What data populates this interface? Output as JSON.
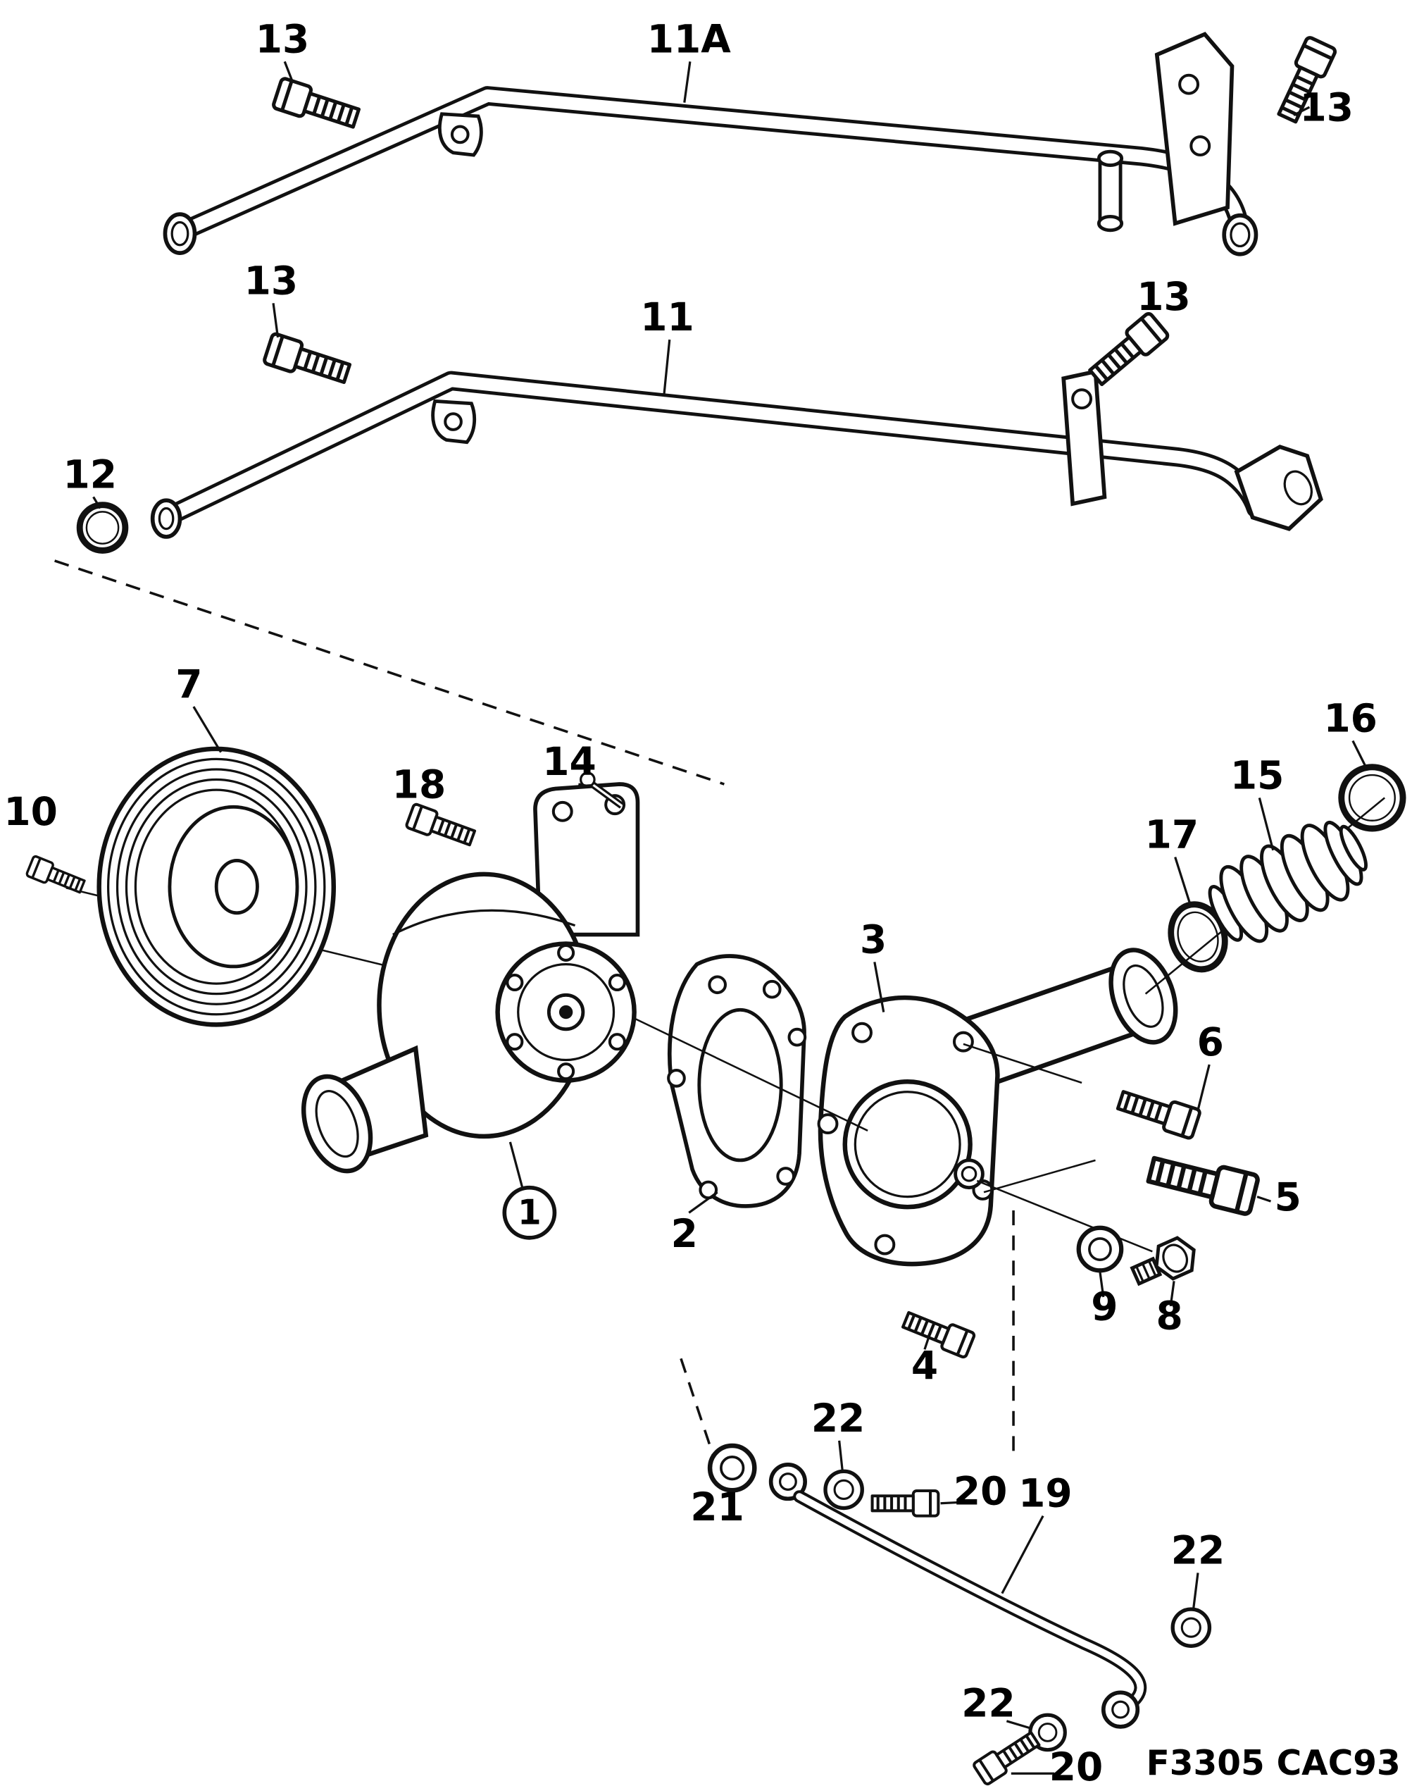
{
  "figure": {
    "code": "F3305 CAC93"
  },
  "colors": {
    "ink": "#111111",
    "background": "#ffffff"
  },
  "callouts": [
    {
      "text": "13"
    },
    {
      "text": "11A"
    },
    {
      "text": "13"
    },
    {
      "text": "13"
    },
    {
      "text": "11"
    },
    {
      "text": "13"
    },
    {
      "text": "12"
    },
    {
      "text": "7"
    },
    {
      "text": "16"
    },
    {
      "text": "15"
    },
    {
      "text": "18"
    },
    {
      "text": "14"
    },
    {
      "text": "10"
    },
    {
      "text": "17"
    },
    {
      "text": "3"
    },
    {
      "text": "6"
    },
    {
      "text": "5"
    },
    {
      "text": "2"
    },
    {
      "text": "1"
    },
    {
      "text": "9"
    },
    {
      "text": "8"
    },
    {
      "text": "4"
    },
    {
      "text": "22"
    },
    {
      "text": "21"
    },
    {
      "text": "20"
    },
    {
      "text": "19"
    },
    {
      "text": "22"
    },
    {
      "text": "22"
    },
    {
      "text": "20"
    }
  ]
}
